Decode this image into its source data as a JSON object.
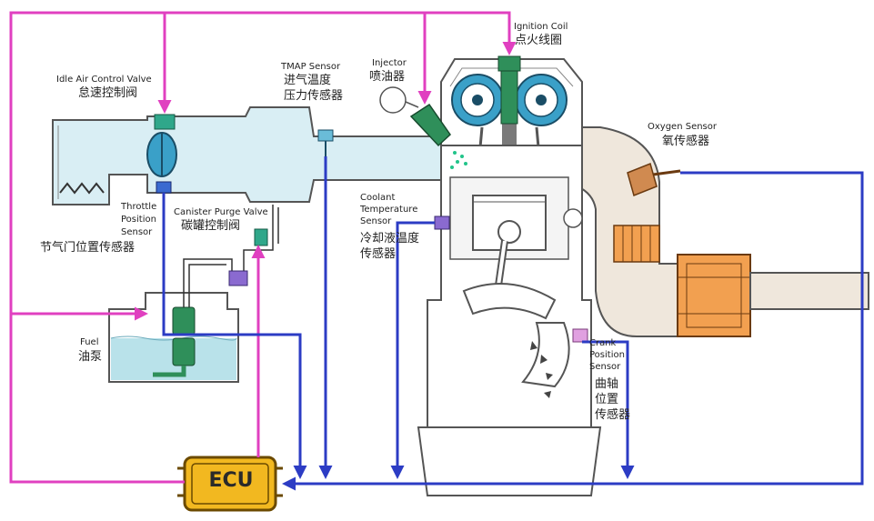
{
  "colors": {
    "signal_pink": "#e040c0",
    "sensor_blue": "#2c3cc4",
    "intake_fill": "#d9eef4",
    "exhaust_fill": "#efe7dc",
    "ecu_gold": "#f2b820",
    "coolant": "#b9e2ea"
  },
  "labels": {
    "ignition_coil_en": "Ignition Coil",
    "ignition_coil_zh": "点火线圈",
    "injector_en": "Injector",
    "injector_zh": "喷油器",
    "tmap_en": "TMAP Sensor",
    "tmap_zh1": "进气温度",
    "tmap_zh2": "压力传感器",
    "iac_en": "Idle Air Control Valve",
    "iac_zh": "怠速控制阀",
    "tps_en1": "Throttle",
    "tps_en2": "Position",
    "tps_en3": "Sensor",
    "tps_zh": "节气门位置传感器",
    "canister_en": "Canister Purge Valve",
    "canister_zh": "碳罐控制阀",
    "coolant_en1": "Coolant",
    "coolant_en2": "Temperature",
    "coolant_en3": "Sensor",
    "coolant_zh1": "冷却液温度",
    "coolant_zh2": "传感器",
    "oxygen_en": "Oxygen Sensor",
    "oxygen_zh": "氧传感器",
    "crank_en1": "Crank",
    "crank_en2": "Position",
    "crank_en3": "Sensor",
    "crank_zh1": "曲轴",
    "crank_zh2": "位置",
    "crank_zh3": "传感器",
    "fuel_en": "Fuel",
    "fuel_zh": "油泵",
    "ecu": "ECU"
  }
}
